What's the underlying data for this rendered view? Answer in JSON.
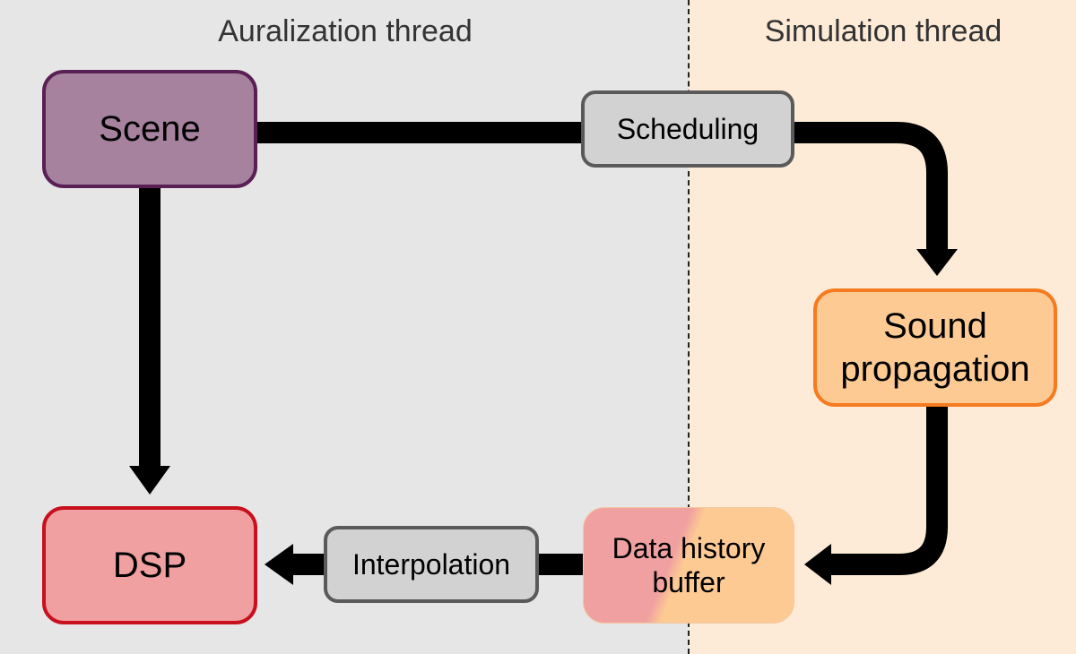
{
  "regions": {
    "left": "Auralization thread",
    "right": "Simulation thread"
  },
  "nodes": {
    "scene": "Scene",
    "scheduling": "Scheduling",
    "sound_propagation_line1": "Sound",
    "sound_propagation_line2": "propagation",
    "dsp": "DSP",
    "interpolation": "Interpolation",
    "buffer_line1": "Data history",
    "buffer_line2": "buffer"
  },
  "edges": [
    {
      "from": "Scene",
      "to": "Scheduling"
    },
    {
      "from": "Scheduling",
      "to": "Sound propagation"
    },
    {
      "from": "Sound propagation",
      "to": "Data history buffer"
    },
    {
      "from": "Data history buffer",
      "to": "Interpolation"
    },
    {
      "from": "Interpolation",
      "to": "DSP"
    },
    {
      "from": "Scene",
      "to": "DSP"
    }
  ],
  "colors": {
    "scene_fill": "#a6829e",
    "sound_fill": "#fdca94",
    "dsp_fill": "#f0a0a0",
    "process_fill": "#d2d2d2",
    "auralization_bg": "#e6e6e6",
    "simulation_bg": "#fdebd8"
  }
}
